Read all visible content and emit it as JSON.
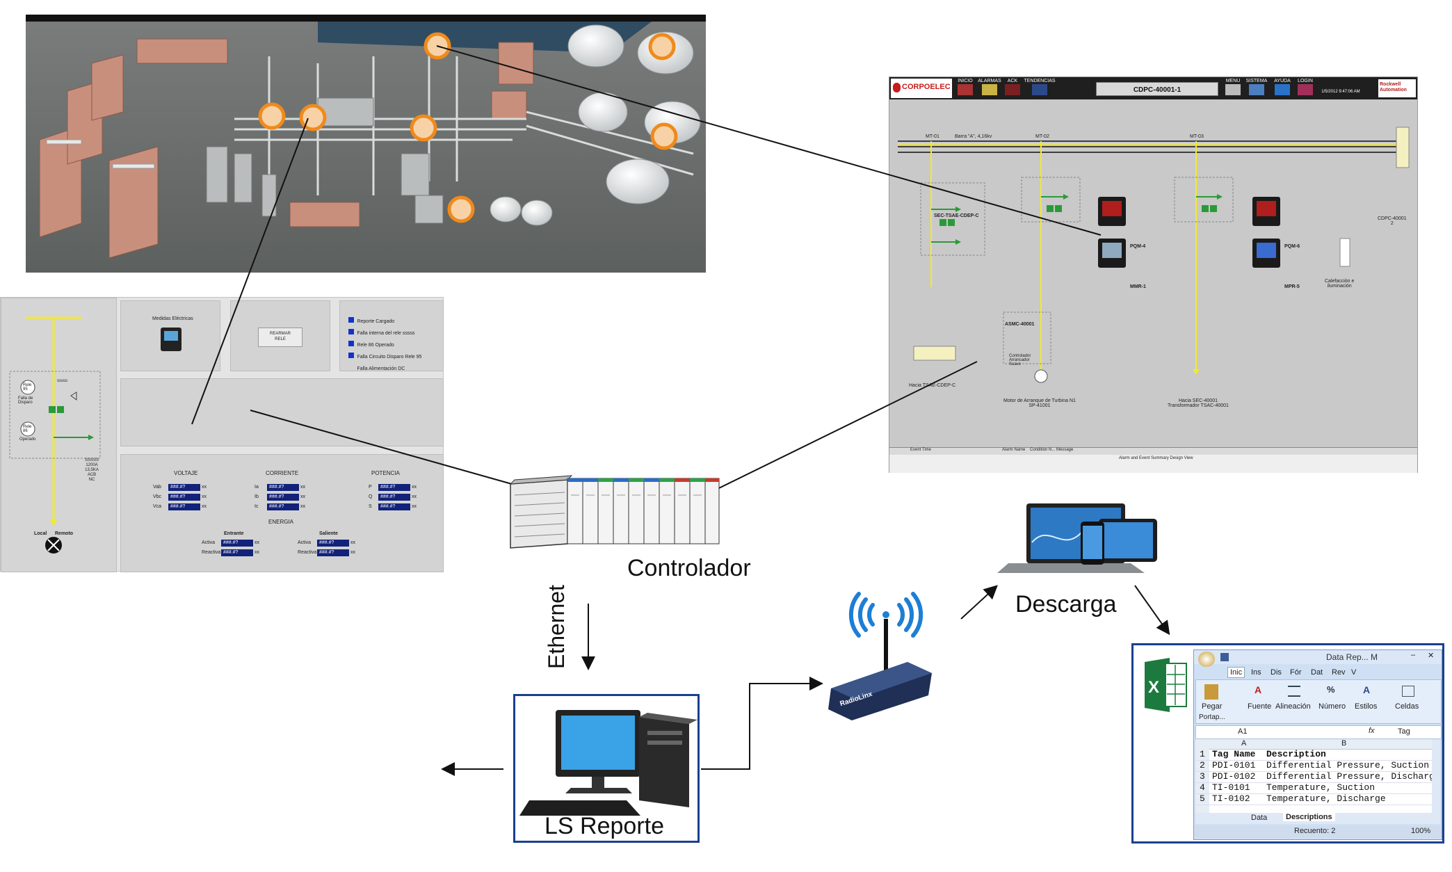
{
  "labels": {
    "controlador": "Controlador",
    "ethernet": "Ethernet",
    "descarga": "Descarga",
    "ls_reporte": "LS Reporte"
  },
  "colors": {
    "frame_blue": "#1a3f8f",
    "hmi_gray": "#c9c9c9",
    "bus_yellow": "#f2ea2c",
    "wifi_blue": "#1c7fd6",
    "marker_orange": "#f08a1c"
  },
  "hmi_left": {
    "medidas": "Medidas Eléctricas",
    "rearmar": "REARMAR\nRELE",
    "alarms": [
      "Reporte Cargado",
      "Falla interna del rele sssss",
      "Rele 86 Operado",
      "Falla Circuito Disparo Rele 95",
      "Falla Alimentación DC"
    ],
    "relay95": "Rele\n95",
    "relay95_sub": "Falla de\nDisparo",
    "relay86": "Rele\n86",
    "relay86_sub": "Operado",
    "breaker_tag": "sssss",
    "ratings": "SSSSS\n1200A\n13,5KA\nACB\nNC",
    "local": "Local",
    "remoto": "Remoto",
    "voltaje": "VOLTAJE",
    "corriente": "CORRIENTE",
    "potencia": "POTENCIA",
    "energia": "ENERGIA",
    "entrante": "Entrante",
    "saliente": "Saliente",
    "v_rows": [
      "Vab",
      "Vbc",
      "Vca"
    ],
    "i_rows": [
      "Ia",
      "Ib",
      "Ic"
    ],
    "p_rows": [
      "P",
      "Q",
      "S"
    ],
    "e_rows": [
      "Activa",
      "Reactiva"
    ],
    "val_text": "###.#?",
    "unit": "xx"
  },
  "hmi_right": {
    "logo": "CORPOELEC",
    "menu": [
      "INICIO",
      "ALARMAS",
      "ACK",
      "TENDENCIAS"
    ],
    "title": "CDPC-40001-1",
    "menu_right": [
      "MENU",
      "SISTEMA",
      "AYUDA",
      "LOGIN"
    ],
    "date": "1/5/2012 9:47:06 AM",
    "brand": "Rockwell\nAutomation",
    "mt": [
      "MT-01",
      "MT-02",
      "MT-03"
    ],
    "barra": "Barra \"A\", 4,16kv",
    "sec": "SEC-TSAE-CDEP-C",
    "asmc": "ASMC-40001",
    "controlador": "Controlador\nArrancador\nSuave",
    "pqm4": "PQM-4",
    "mmr1": "MMR-1",
    "pqm6": "PQM-6",
    "mpr5": "MPR-5",
    "cdpc": "CDPC-40001\n2",
    "calef": "Calefacción e\niluminación",
    "hacia1": "Hacia TSAE-CDEP-C",
    "motor": "Motor de Arranque de Turbina N1\nSP-41001",
    "hacia2": "Hacia SEC-40001\nTransformador TSAC-40001",
    "alarm_cols": [
      "Event Time",
      "Alarm Name",
      "Condition N...",
      "Message"
    ],
    "alarm_footer": "Alarm and Event Summary Design View"
  },
  "excel": {
    "title": "Data Rep... M",
    "tabs": [
      "Inic",
      "Ins",
      "Dis",
      "Fór",
      "Dat",
      "Rev",
      "V"
    ],
    "groups": [
      "Pegar",
      "Fuente",
      "Alineación",
      "Número",
      "Estilos",
      "Celdas"
    ],
    "portapapeles": "Portap...",
    "namebox": "A1",
    "formula": "Tag",
    "col_headers": [
      "A",
      "B"
    ],
    "rows": [
      {
        "n": "1",
        "a": "Tag Name",
        "b": "Description"
      },
      {
        "n": "2",
        "a": "PDI-0101",
        "b": "Differential Pressure, Suction"
      },
      {
        "n": "3",
        "a": "PDI-0102",
        "b": "Differential Pressure, Discharge"
      },
      {
        "n": "4",
        "a": "TI-0101",
        "b": "Temperature, Suction"
      },
      {
        "n": "5",
        "a": "TI-0102",
        "b": "Temperature, Discharge"
      }
    ],
    "sheets": [
      "Data",
      "Descriptions"
    ],
    "status": "Recuento: 2",
    "zoom": "100%"
  },
  "router_brand": "RadioLinx"
}
